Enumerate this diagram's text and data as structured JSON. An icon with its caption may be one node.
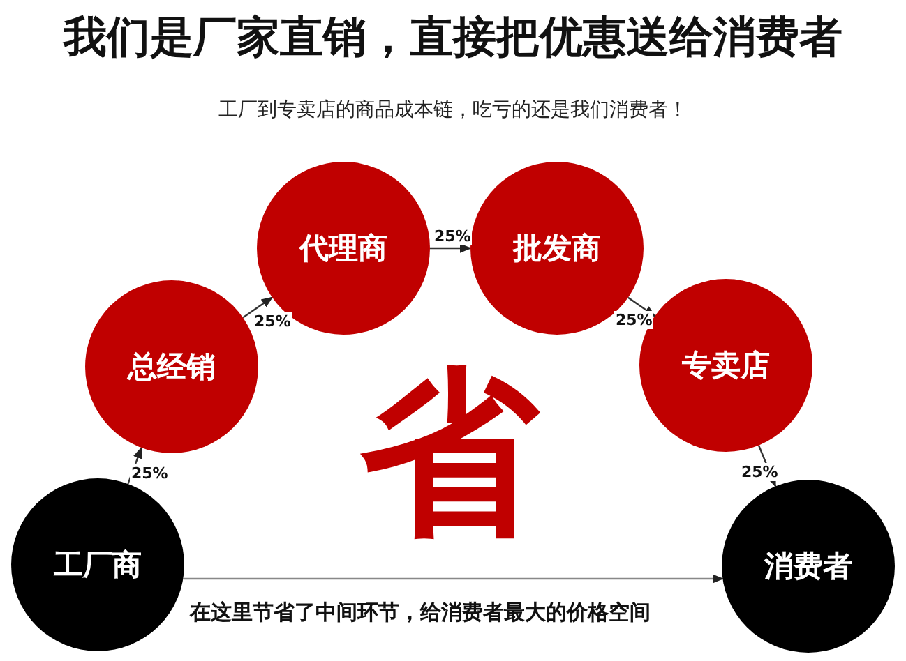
{
  "diagram": {
    "title": "我们是厂家直销，直接把优惠送给消费者",
    "caption": "工厂到专卖店的商品成本链，吃亏的还是我们消费者！",
    "nodes": [
      {
        "text": [
          "工厂商"
        ]
      },
      {
        "text": [
          "总经销"
        ]
      },
      {
        "text": [
          "代理商"
        ]
      },
      {
        "text": [
          "批发商"
        ]
      },
      {
        "text": [
          "专卖店"
        ]
      },
      {
        "text": [
          "消费者"
        ]
      }
    ],
    "edges": [
      {
        "from": 0,
        "to": 1,
        "arrow": "to",
        "label": "25%"
      },
      {
        "from": 1,
        "to": 2,
        "arrow": "to",
        "label": "25%"
      },
      {
        "from": 2,
        "to": 3,
        "arrow": "to",
        "label": "25%"
      },
      {
        "from": 3,
        "to": 4,
        "arrow": "to",
        "label": "25%"
      },
      {
        "from": 4,
        "to": 5,
        "arrow": "to",
        "label": "25%"
      },
      {
        "from": 0,
        "to": 5,
        "arrow": "to",
        "label": "在这里节省了中间环节，给消费者最大的价格空间"
      }
    ],
    "labels": [
      "省"
    ]
  }
}
